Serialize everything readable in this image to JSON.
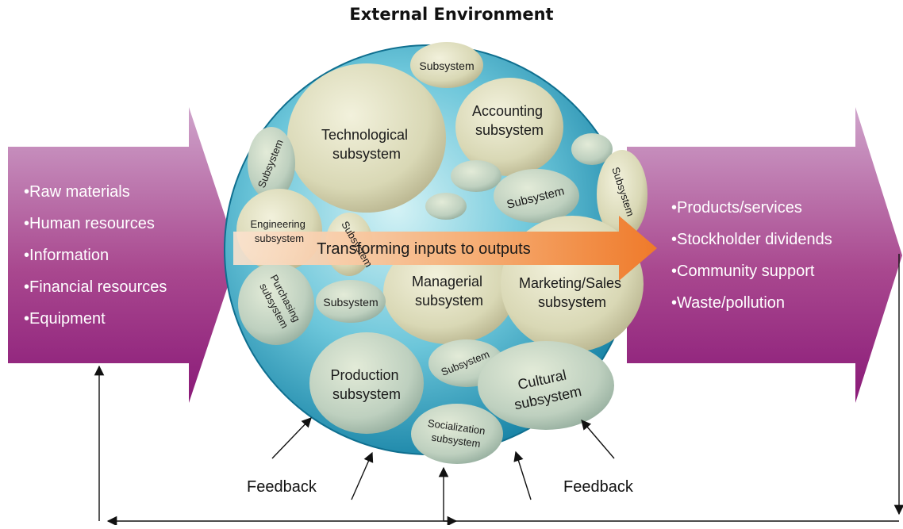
{
  "title": "External Environment",
  "inputs": [
    "Raw materials",
    "Human resources",
    "Information",
    "Financial resources",
    "Equipment"
  ],
  "outputs": [
    "Products/services",
    "Stockholder dividends",
    "Community support",
    "Waste/pollution"
  ],
  "transform_label": "Transforming inputs to outputs",
  "feedback_label": "Feedback",
  "subsystems": {
    "technological": [
      "Technological",
      "subsystem"
    ],
    "accounting": [
      "Accounting",
      "subsystem"
    ],
    "managerial": [
      "Managerial",
      "subsystem"
    ],
    "marketing": [
      "Marketing/Sales",
      "subsystem"
    ],
    "production": [
      "Production",
      "subsystem"
    ],
    "cultural": [
      "Cultural",
      "subsystem"
    ],
    "engineering": [
      "Engineering",
      "subsystem"
    ],
    "purchasing": [
      "Purchasing",
      "subsystem"
    ],
    "socialization": [
      "Socialization",
      "subsystem"
    ],
    "generic": "Subsystem"
  },
  "colors": {
    "arrow_top": "#c99ac4",
    "arrow_bottom": "#8d1f7a",
    "sphere_light": "#9fdde6",
    "sphere_dark": "#1f8fb0",
    "bubble": "#d8d9b6",
    "bubble_green": "#b9cfbd",
    "transform_arrow": "#f07f32"
  }
}
